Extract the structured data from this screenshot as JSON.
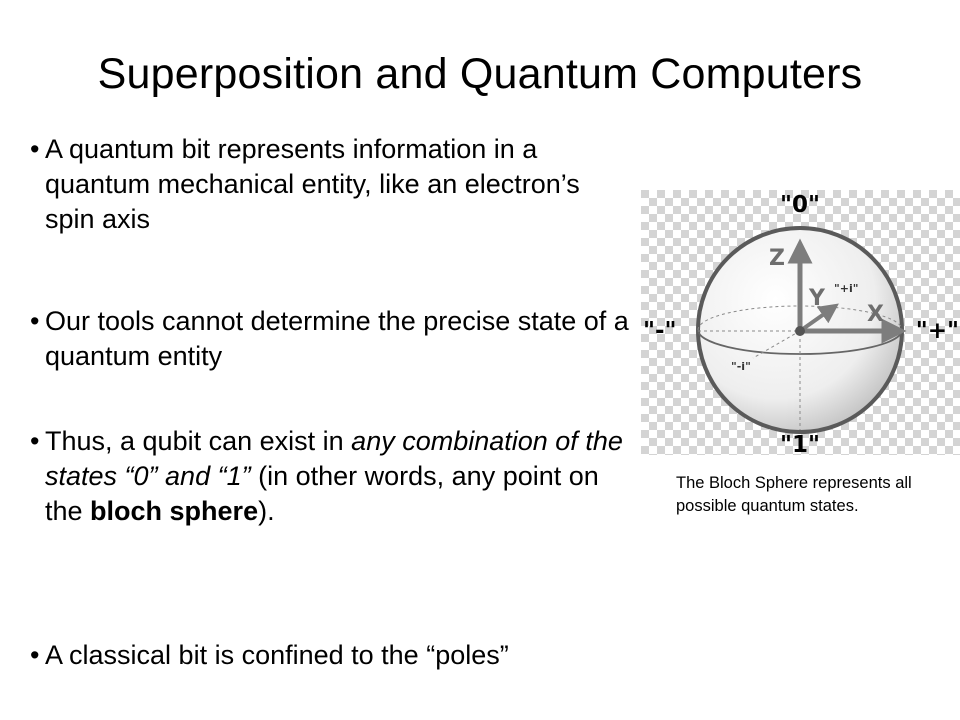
{
  "slide": {
    "title": "Superposition and Quantum Computers",
    "bullets": {
      "b1": "A quantum bit represents information in a quantum mechanical entity, like an electron’s spin axis",
      "b2": "Our tools cannot determine the precise state of a quantum entity",
      "b3_pre": "Thus, a qubit can exist in ",
      "b3_em": "any combination of the states “0” and “1”",
      "b3_mid": " (in other words, any point on the ",
      "b3_strong": "bloch sphere",
      "b3_post": ").",
      "b4": "A classical bit is confined to the “poles”"
    },
    "bullet_glyph": "•",
    "caption": "The Bloch Sphere represents all possible quantum states."
  },
  "bloch": {
    "top_state": "\"0\"",
    "bottom_state": "\"1\"",
    "left_state": "\"-\"",
    "right_state": "\"+\"",
    "axis_z": "Z",
    "axis_y": "Y",
    "axis_x": "X",
    "plus_i": "\"+i\"",
    "minus_i": "\"-i\""
  }
}
